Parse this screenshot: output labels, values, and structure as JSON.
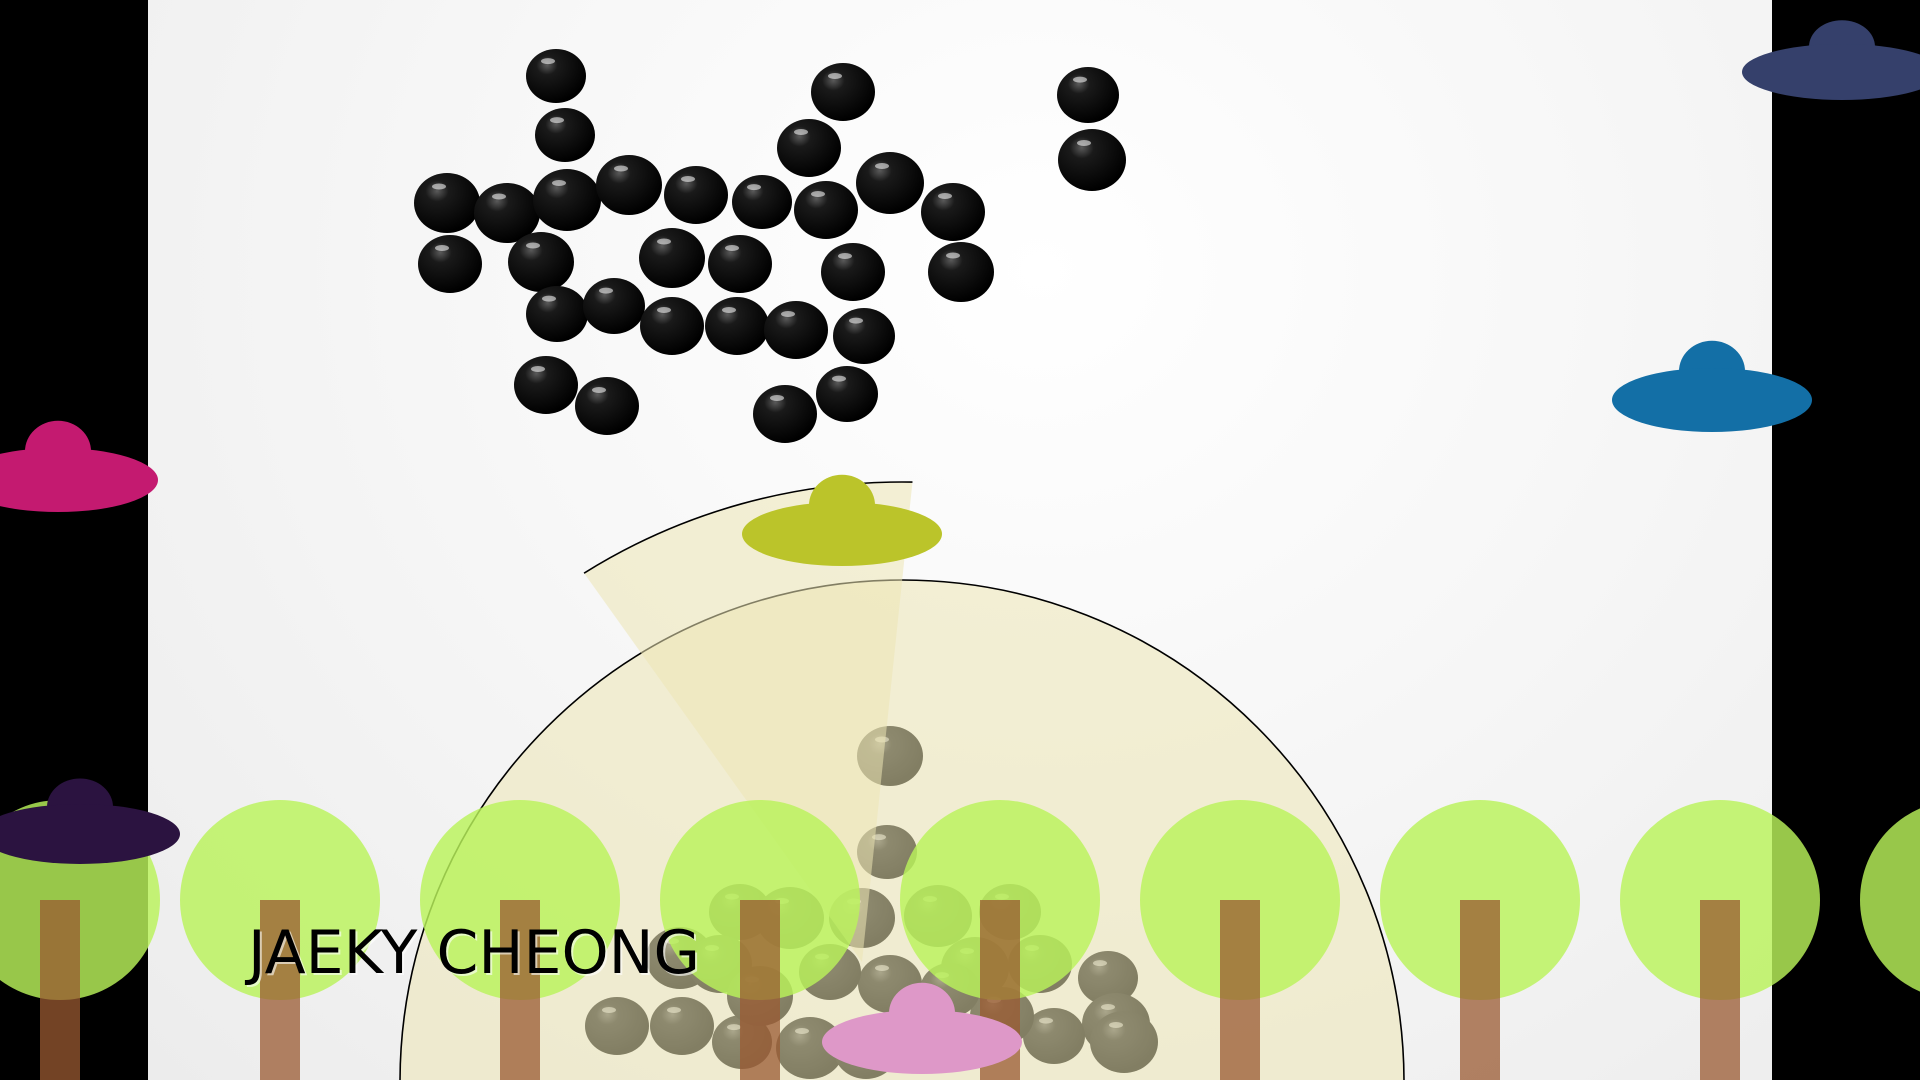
{
  "player": {
    "name": "JAEKY CHEONG"
  },
  "colors": {
    "background": "#000000",
    "playfield": "#f4f4f4",
    "pebble": "#0b0b0b",
    "radar_fill": "#ece6b4",
    "tree_canopy": "#b9f35a",
    "tree_trunk": "#9a5a32",
    "ufo_player": "#bbc42a",
    "ufo_navy": "#35406b",
    "ufo_blue": "#136fa6",
    "ufo_magenta": "#c41a70",
    "ufo_purple": "#2b1340",
    "ufo_pink": "#de98c8"
  },
  "scene": {
    "pebble_count": 57,
    "tree_count": 9,
    "ufos": [
      {
        "name": "player-ufo",
        "color_key": "ufo_player"
      },
      {
        "name": "enemy-ufo-navy",
        "color_key": "ufo_navy"
      },
      {
        "name": "enemy-ufo-blue",
        "color_key": "ufo_blue"
      },
      {
        "name": "enemy-ufo-magenta",
        "color_key": "ufo_magenta"
      },
      {
        "name": "enemy-ufo-purple",
        "color_key": "ufo_purple"
      },
      {
        "name": "enemy-ufo-pink",
        "color_key": "ufo_pink"
      }
    ]
  }
}
